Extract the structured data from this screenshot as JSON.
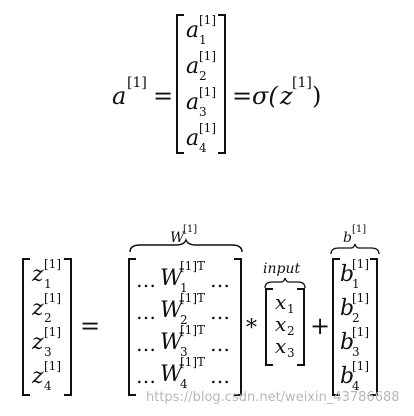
{
  "eq1": {
    "lhs_sym": "a",
    "layer": "[1]",
    "equals": "=",
    "vector_sym": "a",
    "subs": [
      "1",
      "2",
      "3",
      "4"
    ],
    "rhs_sigma": "σ(",
    "rhs_z": "z",
    "rhs_close": ")"
  },
  "eq2": {
    "z_sym": "z",
    "layer": "[1]",
    "layer_T": "[1]T",
    "subs": [
      "1",
      "2",
      "3",
      "4"
    ],
    "equals": "=",
    "w_label": "W",
    "w_sym": "W",
    "dots_left": "…",
    "dots_right": "…",
    "times": "*",
    "input_label": "input",
    "x_sym": "x",
    "x_subs": [
      "1",
      "2",
      "3"
    ],
    "plus": "+",
    "b_label": "b",
    "b_sym": "b"
  },
  "watermark": "https://blog.csdn.net/weixin_43786688"
}
